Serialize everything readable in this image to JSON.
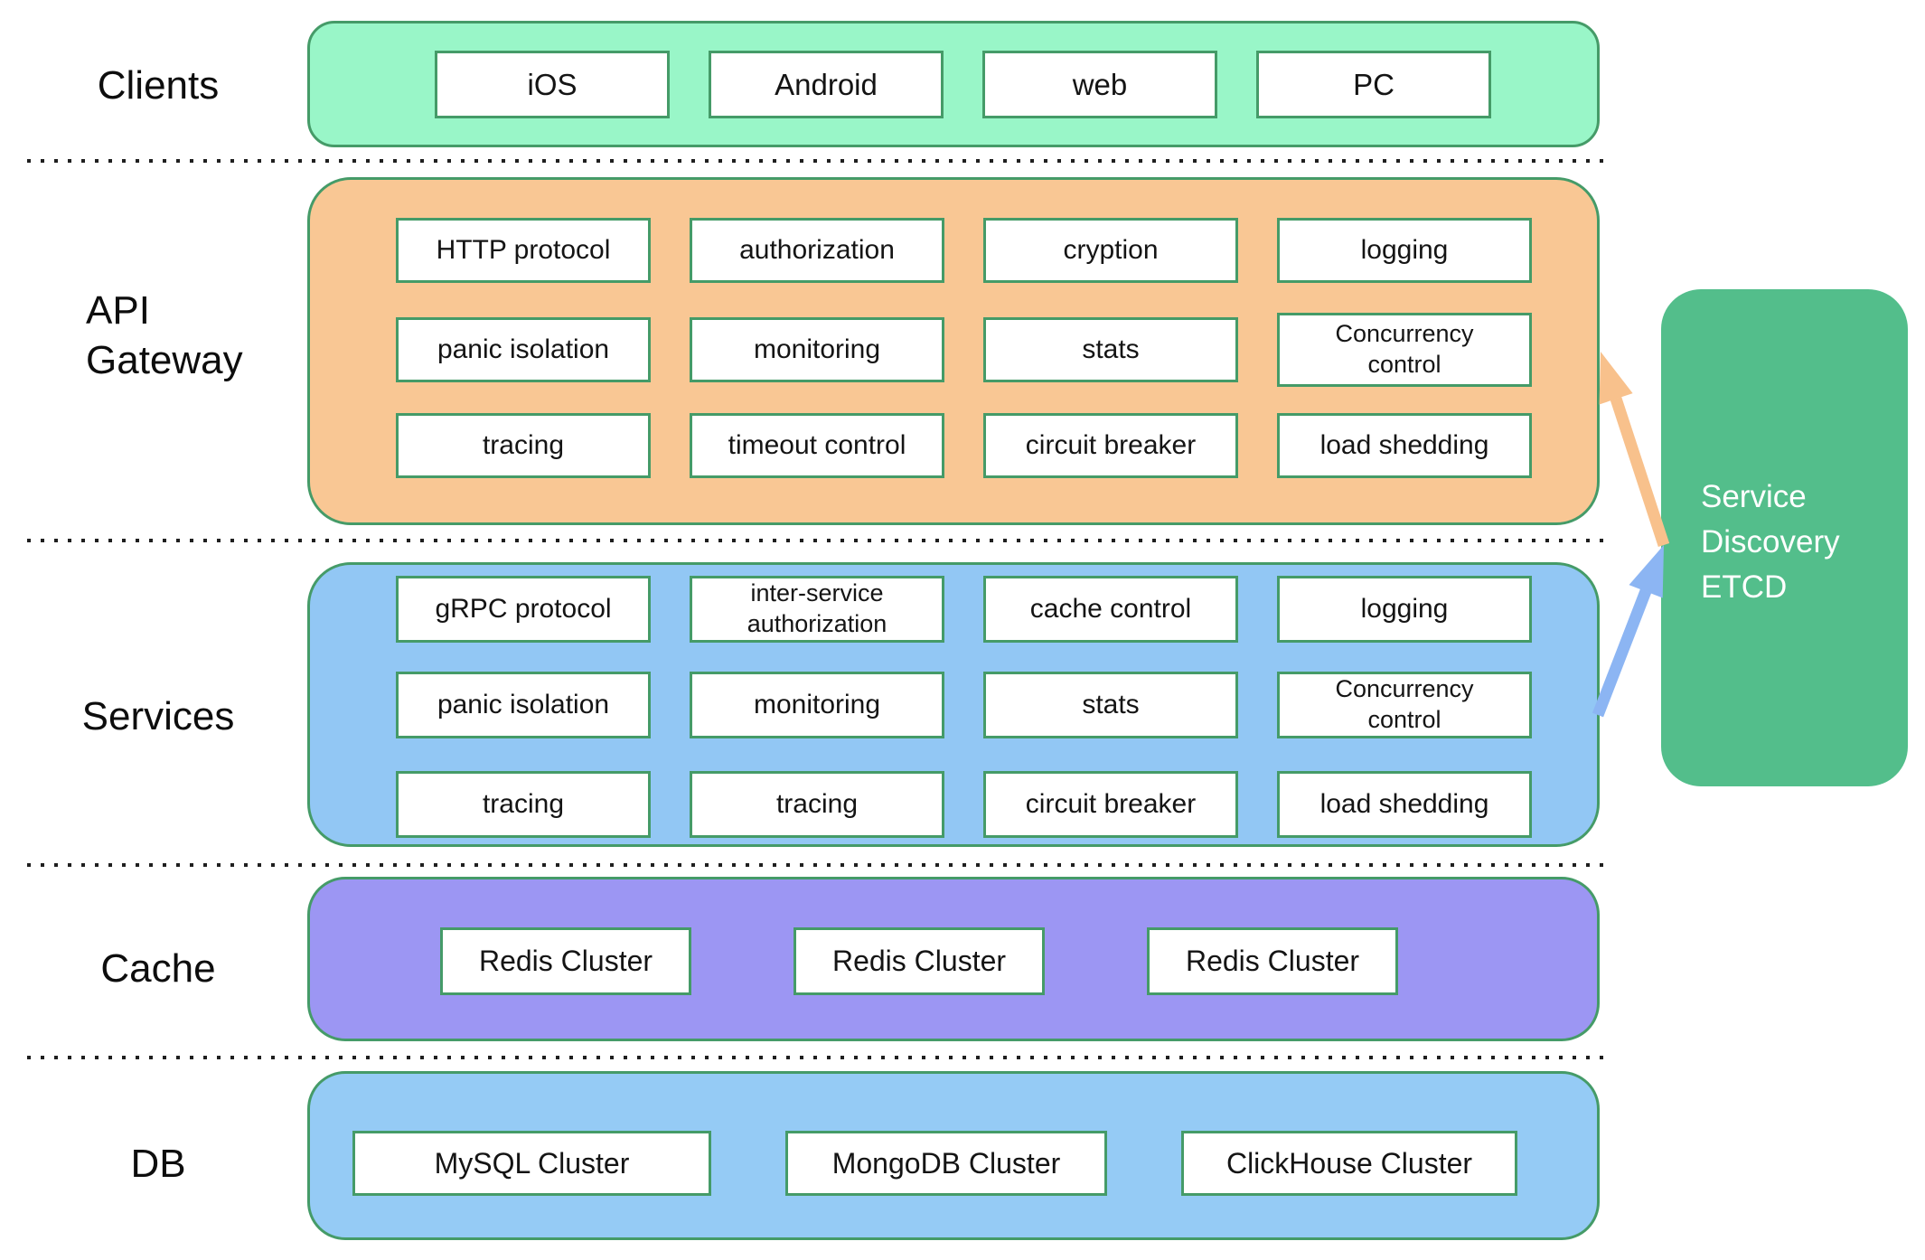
{
  "labels": {
    "clients": "Clients",
    "api_gateway_line1": "API",
    "api_gateway_line2": "Gateway",
    "services": "Services",
    "cache": "Cache",
    "db": "DB"
  },
  "clients": {
    "items": [
      "iOS",
      "Android",
      "web",
      "PC"
    ]
  },
  "api_gateway": {
    "rows": [
      [
        "HTTP protocol",
        "authorization",
        "cryption",
        "logging"
      ],
      [
        "panic isolation",
        "monitoring",
        "stats",
        "Concurrency control"
      ],
      [
        "tracing",
        "timeout control",
        "circuit breaker",
        "load shedding"
      ]
    ]
  },
  "services": {
    "rows": [
      [
        "gRPC protocol",
        "inter-service authorization",
        "cache control",
        "logging"
      ],
      [
        "panic isolation",
        "monitoring",
        "stats",
        "Concurrency control"
      ],
      [
        "tracing",
        "tracing",
        "circuit breaker",
        "load shedding"
      ]
    ]
  },
  "cache": {
    "items": [
      "Redis Cluster",
      "Redis Cluster",
      "Redis Cluster"
    ]
  },
  "db": {
    "items": [
      "MySQL Cluster",
      "MongoDB Cluster",
      "ClickHouse Cluster"
    ]
  },
  "etcd": {
    "line1": "Service",
    "line2": "Discovery",
    "line3": "ETCD"
  },
  "colors": {
    "border_green": "#459b68",
    "clients_fill": "#99f6c8",
    "api_gateway_fill": "#f9c794",
    "services_fill": "#92c7f4",
    "cache_fill": "#9c96f3",
    "db_fill": "#95cbf5",
    "etcd_fill": "#53be8b",
    "arrow_orange": "#f8c18c",
    "arrow_blue": "#8cb5f3",
    "separator": "#1f1f1f",
    "box_text": "#141414",
    "etcd_text": "#ffffff"
  }
}
